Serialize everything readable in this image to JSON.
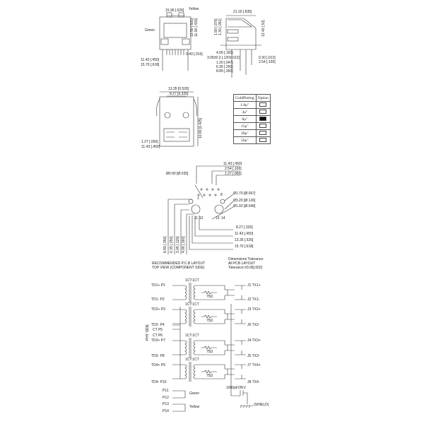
{
  "front_view": {
    "width_dim": "15.90 [.626]",
    "led_yellow": "Yellow",
    "led_green": "Green",
    "height_dim_1": "13.50 [.531]",
    "height_dim_2": "11.00 [.433]",
    "pin_dim": "0.40 [.016]",
    "dim_a": "11.43 [.450]",
    "dim_b": "15.70 [.618]"
  },
  "side_view": {
    "length_dim": "21.20 [.835]",
    "left_dim_1": "1.90 [.075]",
    "left_dim_2": "1.30 [.051]",
    "right_dim": "13.40 [.53]",
    "dims": [
      "4.06 [.160]",
      "3.05±0.3 [.120±.012]",
      "1.20 [.047]",
      "6.35 [.250]",
      "8.89 [.350]"
    ],
    "right_dims": [
      "0.30 [.012]",
      "2.54 [.100]"
    ]
  },
  "bottom_view": {
    "width_dim": "13.35 [0.526]",
    "inner_dim": "8.27 [0.326]",
    "height_dim": "10.80 [0.425]",
    "dim_a": "1.27 [.050]",
    "dim_b": "11.43 [.450]"
  },
  "plating_table": {
    "headers": [
      "GoldPlating",
      "Option"
    ],
    "rows": [
      {
        "label": "1.8μ\"",
        "selected": false
      },
      {
        "label": "3μ\"",
        "selected": false
      },
      {
        "label": "6μ\"",
        "selected": true
      },
      {
        "label": "15μ\"",
        "selected": false
      },
      {
        "label": "30μ\"",
        "selected": false
      },
      {
        "label": "50μ\"",
        "selected": false
      }
    ]
  },
  "pcb_layout": {
    "top_dims": [
      "11.43 [.450]",
      "2.54 [.100]",
      "1.27 [.050]"
    ],
    "hole_small": "Ø0.90 [Ø.035]",
    "hole_dims": [
      "Ø1.70 [Ø.067]",
      "Ø3.20 [Ø.126]",
      "Ø1.02 [Ø.040]"
    ],
    "pin_labels": [
      "1",
      "8",
      "11",
      "12",
      "13",
      "14"
    ],
    "bottom_dims": [
      "8.27 [.326]",
      "11.43 [.450]",
      "13.35 [.526]",
      "15.70 [.618]"
    ],
    "vertical_dims": [
      "8.89 [.350]",
      "6.35 [.250]",
      "3.05 [.120]",
      "4.06 [.160]"
    ],
    "title_1": "RECOMMENDED P.C.B LAYOUT",
    "title_2": "TOP VIEW (COMPONENT SIDE)",
    "tolerance_1": "Dimensions Tolerance:",
    "tolerance_2": "All PCB LAYOUT",
    "tolerance_3": "Tolerance:±0.05[.002]"
  },
  "schematic": {
    "phy_side": "PHY SIDE",
    "left_pins": [
      "TD1+ P1",
      "TD1- P2",
      "TD2+ P3",
      "TD2- P4",
      "CT P5",
      "CT P6",
      "TD3+ P7",
      "TD3- P8",
      "TD4+ P9",
      "TD4- P10"
    ],
    "right_pins": [
      "J1 TX1+",
      "J2 TX1-",
      "J3 TX2+",
      "J6 TX2-",
      "J4 TX3+",
      "J5 TX3-",
      "J7 TX4+",
      "J8 TX4-"
    ],
    "ratio": "1CT:1CT",
    "resistor": "75Ω",
    "capacitor": "1000pF/2KV",
    "shield": "(SHIELD)",
    "led_pins": [
      "P11",
      "P12",
      "P13",
      "P14"
    ],
    "led_green": "Green",
    "led_yellow": "Yellow"
  }
}
